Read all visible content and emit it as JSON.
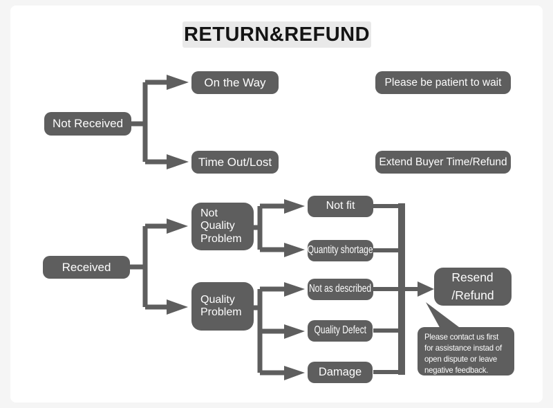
{
  "diagram": {
    "title": "RETURN&REFUND",
    "not_received_flow": {
      "root": "Not Received",
      "on_the_way": "On the Way",
      "on_the_way_result": "Please be patient to wait",
      "time_out_lost": "Time Out/Lost",
      "time_out_result": "Extend Buyer Time/Refund"
    },
    "received_flow": {
      "root": "Received",
      "not_quality_problem": "Not Quality Problem",
      "not_fit": "Not fit",
      "quantity_shortage": "Quantity shortage",
      "quality_problem": "Quality Problem",
      "not_as_described": "Not as described",
      "quality_defect": "Quality Defect",
      "damage": "Damage",
      "result": "Resend\n/Refund",
      "note": "Please contact us first\nfor assistance instad of\nopen dispute or leave\nnegative feedback."
    },
    "colors": {
      "node_fill": "#5e5e5e",
      "node_text": "#fdfdfd",
      "title_bg": "#e9e9e9",
      "title_text": "#141414",
      "canvas_bg": "#ffffff",
      "frame_bg": "#f5f5f5"
    }
  }
}
